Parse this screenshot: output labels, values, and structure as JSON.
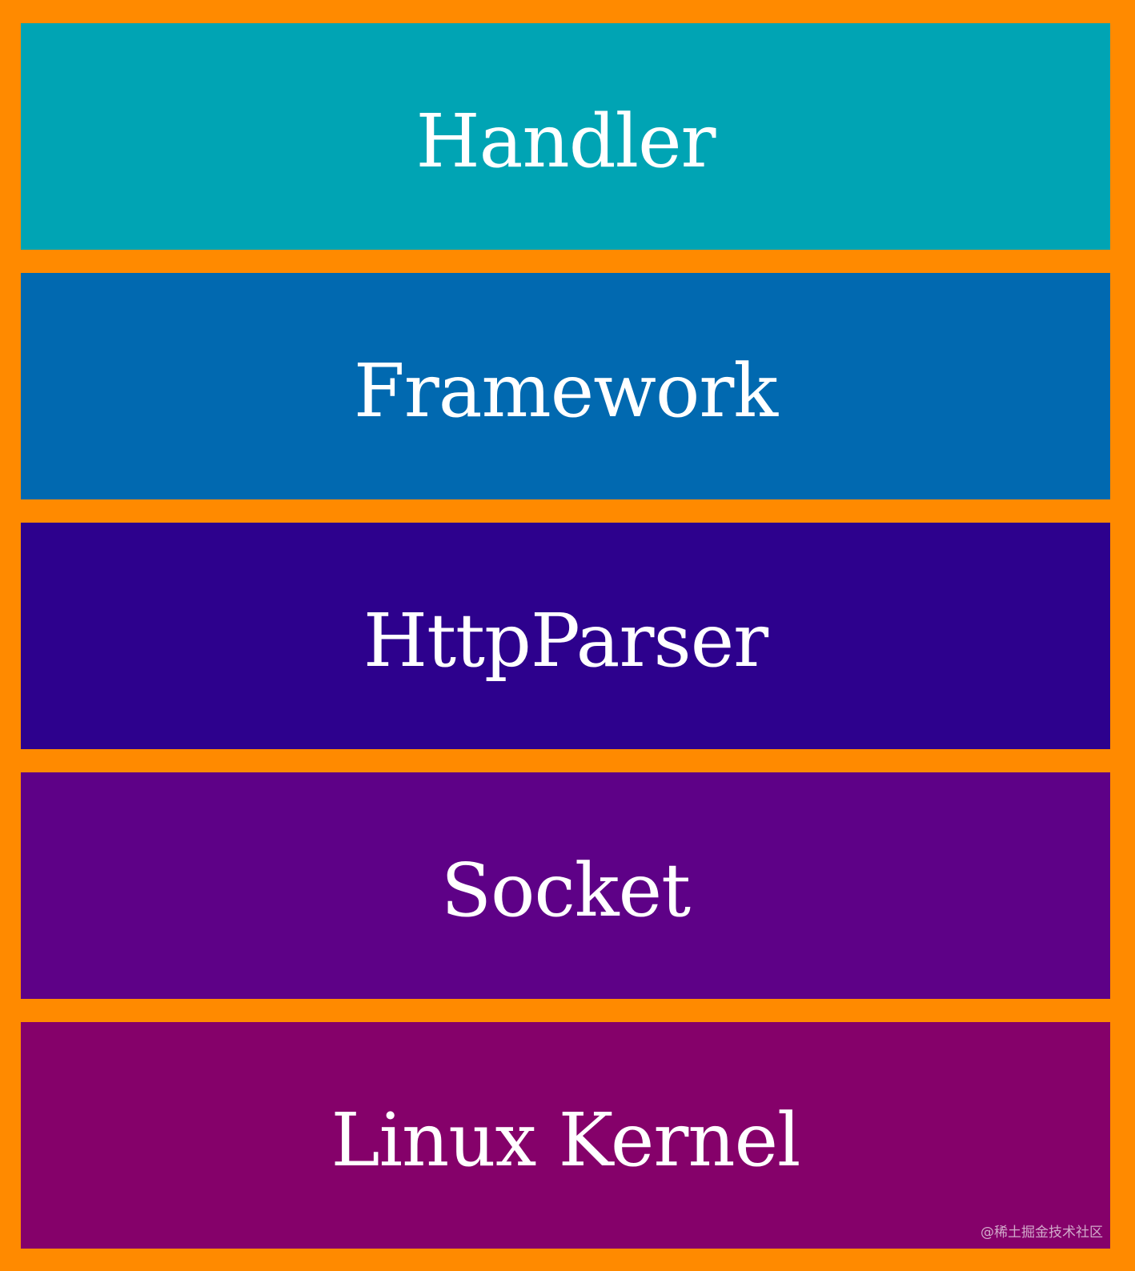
{
  "diagram": {
    "layers": [
      {
        "label": "Handler",
        "color": "#00A4B4"
      },
      {
        "label": "Framework",
        "color": "#0169B0"
      },
      {
        "label": "HttpParser",
        "color": "#2D018D"
      },
      {
        "label": "Socket",
        "color": "#5E0187"
      },
      {
        "label": "Linux Kernel",
        "color": "#85016A"
      }
    ],
    "border_color": "#FF8A00"
  },
  "watermark": "@稀土掘金技术社区"
}
